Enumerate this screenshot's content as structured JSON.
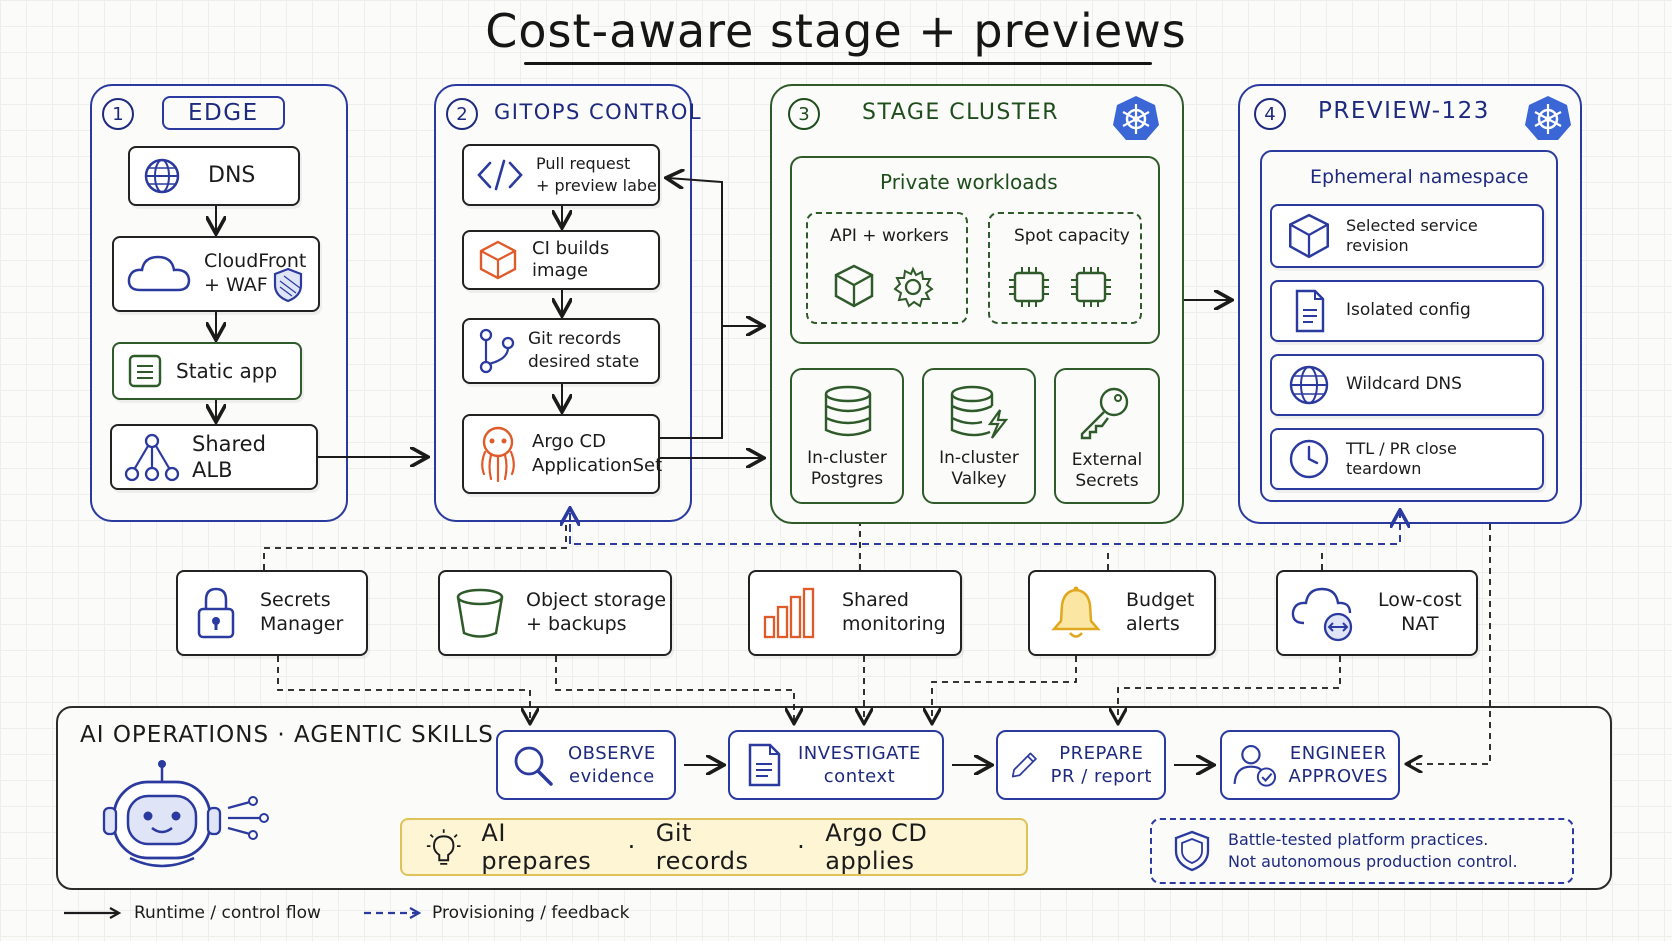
{
  "title": "Cost-aware stage + previews",
  "edge": {
    "num": "1",
    "title": "EDGE",
    "dns": "DNS",
    "cloudfront": "CloudFront\n+ WAF",
    "static_app": "Static app",
    "shared_alb": "Shared ALB"
  },
  "gitops": {
    "num": "2",
    "title": "GITOPS CONTROL",
    "pr": "Pull request\n+ preview label",
    "ci": "CI builds image",
    "git": "Git records\ndesired state",
    "argo": "Argo CD\nApplicationSet"
  },
  "stage": {
    "num": "3",
    "title": "STAGE CLUSTER",
    "private": "Private workloads",
    "api": "API + workers",
    "spot": "Spot capacity",
    "postgres": "In-cluster\nPostgres",
    "valkey": "In-cluster\nValkey",
    "secrets": "External\nSecrets"
  },
  "preview": {
    "num": "4",
    "title": "PREVIEW-123",
    "namespace": "Ephemeral namespace",
    "items": [
      {
        "label": "Selected service revision",
        "icon": "cube-icon"
      },
      {
        "label": "Isolated config",
        "icon": "document-icon"
      },
      {
        "label": "Wildcard DNS",
        "icon": "globe-icon"
      },
      {
        "label": "TTL / PR close teardown",
        "icon": "clock-icon"
      }
    ]
  },
  "services": [
    {
      "label": "Secrets\nManager",
      "icon": "lock-icon"
    },
    {
      "label": "Object storage\n+ backups",
      "icon": "bucket-icon"
    },
    {
      "label": "Shared\nmonitoring",
      "icon": "bar-chart-icon"
    },
    {
      "label": "Budget\nalerts",
      "icon": "bell-icon"
    },
    {
      "label": "Low-cost\nNAT",
      "icon": "cloud-nat-icon"
    }
  ],
  "ai": {
    "title": "AI OPERATIONS · AGENTIC SKILLS",
    "skills": [
      {
        "label": "OBSERVE\nevidence",
        "icon": "search-icon"
      },
      {
        "label": "INVESTIGATE\ncontext",
        "icon": "document-icon"
      },
      {
        "label": "PREPARE\nPR / report",
        "icon": "pencil-icon"
      },
      {
        "label": "ENGINEER\nAPPROVES",
        "icon": "user-check-icon"
      }
    ],
    "banner": [
      "AI prepares",
      "Git records",
      "Argo CD applies"
    ],
    "banner_sep": "·",
    "note": "Battle-tested platform practices.\nNot autonomous production control."
  },
  "legend": {
    "runtime": "Runtime / control flow",
    "provisioning": "Provisioning / feedback"
  },
  "colors": {
    "navy": "#2b3a9e",
    "green": "#2f5a2a",
    "orange": "#e05a2a",
    "gold": "#e0a820",
    "banner_bg": "#fdf5d4"
  }
}
